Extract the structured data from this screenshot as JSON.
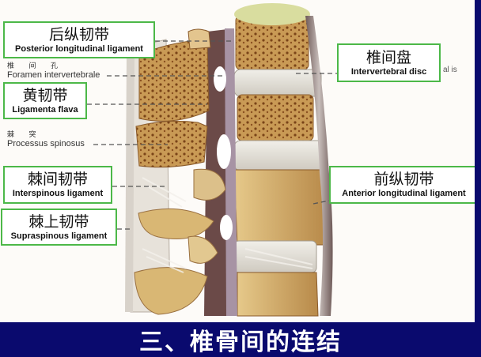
{
  "title": "三、椎骨间的连结",
  "colors": {
    "box_border": "#4cb848",
    "footer_bg": "#0a0a6e",
    "footer_text": "#ffffff",
    "background": "#fdfbf8",
    "bone": "#d9b774",
    "bone_dark": "#a5692f",
    "disc": "#e8e6e0",
    "ligament": "#8a7a78"
  },
  "labels": {
    "posterior_longitudinal": {
      "zh": "后纵韧带",
      "en": "Posterior longitudinal ligament"
    },
    "foramen": {
      "zh": "椎 间 孔",
      "en": "Foramen intervertebrale"
    },
    "ligamenta_flava": {
      "zh": "黄韧带",
      "en": "Ligamenta flava"
    },
    "processus": {
      "zh": "棘 突",
      "en": "Processus spinosus"
    },
    "interspinous": {
      "zh": "棘间韧带",
      "en": "Interspinous ligament"
    },
    "supraspinous": {
      "zh": "棘上韧带",
      "en": "Supraspinous ligament"
    },
    "intervertebral_disc": {
      "zh": "椎间盘",
      "en": "Intervertebral disc"
    },
    "anterior_longitudinal": {
      "zh": "前纵韧带",
      "en": "Anterior longitudinal ligament"
    },
    "stray_text": "al is"
  }
}
